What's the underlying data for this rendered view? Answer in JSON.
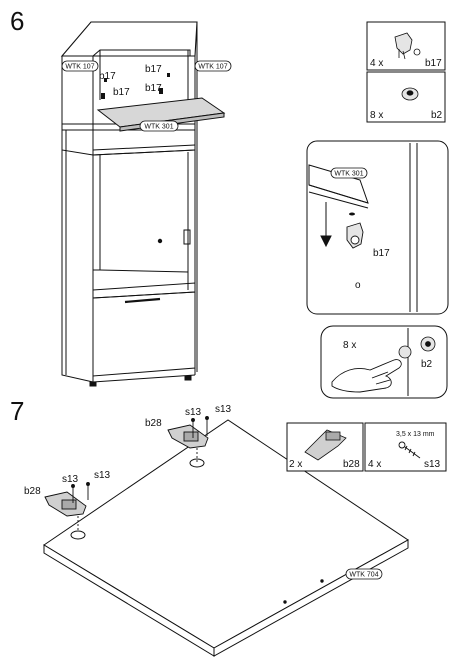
{
  "step6": {
    "number": "6",
    "cabinet": {
      "labels": {
        "left_b17_top": "b17",
        "center_b17_top": "b17",
        "left_b17_bottom": "b17",
        "center_b17_bottom": "b17"
      },
      "tags": {
        "left": "WTK 107",
        "right": "WTK 107",
        "shelf": "WTK 301"
      }
    },
    "parts": {
      "b17": {
        "qty": "4 x",
        "code": "b17"
      },
      "b2": {
        "qty": "8 x",
        "code": "b2"
      }
    },
    "detail": {
      "tag": "WTK 301",
      "part": "b17",
      "hole_mark": "o"
    },
    "hand": {
      "qty": "8 x",
      "code": "b2"
    }
  },
  "step7": {
    "number": "7",
    "panel_tag": "WTK 704",
    "hinge_top": {
      "hinge": "b28",
      "screw_a": "s13",
      "screw_b": "s13"
    },
    "hinge_left": {
      "hinge": "b28",
      "screw_a": "s13",
      "screw_b": "s13"
    },
    "parts": {
      "b28": {
        "qty": "2 x",
        "code": "b28"
      },
      "s13": {
        "qty": "4 x",
        "code": "s13",
        "size": "3,5 x 13 mm"
      }
    }
  }
}
